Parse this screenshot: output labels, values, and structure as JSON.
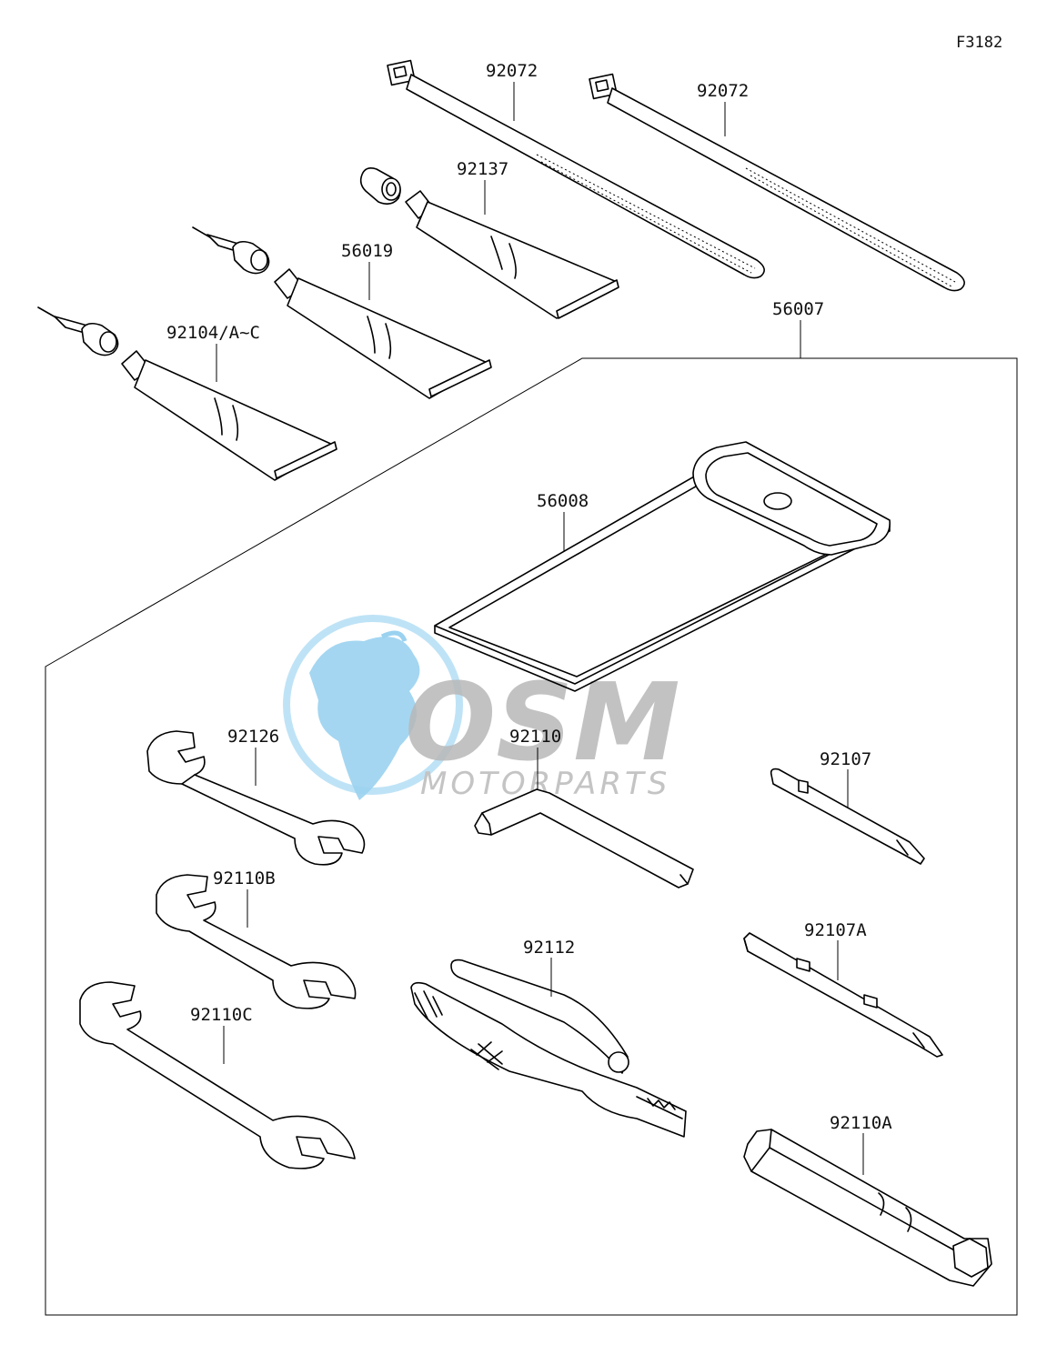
{
  "figure_id": "F3182",
  "watermark": {
    "brand": "OSM",
    "tagline": "MOTORPARTS",
    "globe_color": "#9ad2f0",
    "text_color": "#b8b8b8"
  },
  "parts": {
    "cable_tie_a": "92072",
    "cable_tie_b": "92072",
    "tube_92137": "92137",
    "tube_56019": "56019",
    "tube_92104": "92104/A~C",
    "tool_kit": "56007",
    "tool_bag": "56008",
    "wrench_92126": "92126",
    "hex_key": "92110",
    "screwdriver_92107": "92107",
    "wrench_92110b": "92110B",
    "wrench_92110c": "92110C",
    "pliers": "92112",
    "screwdriver_92107a": "92107A",
    "socket_wrench": "92110A"
  }
}
